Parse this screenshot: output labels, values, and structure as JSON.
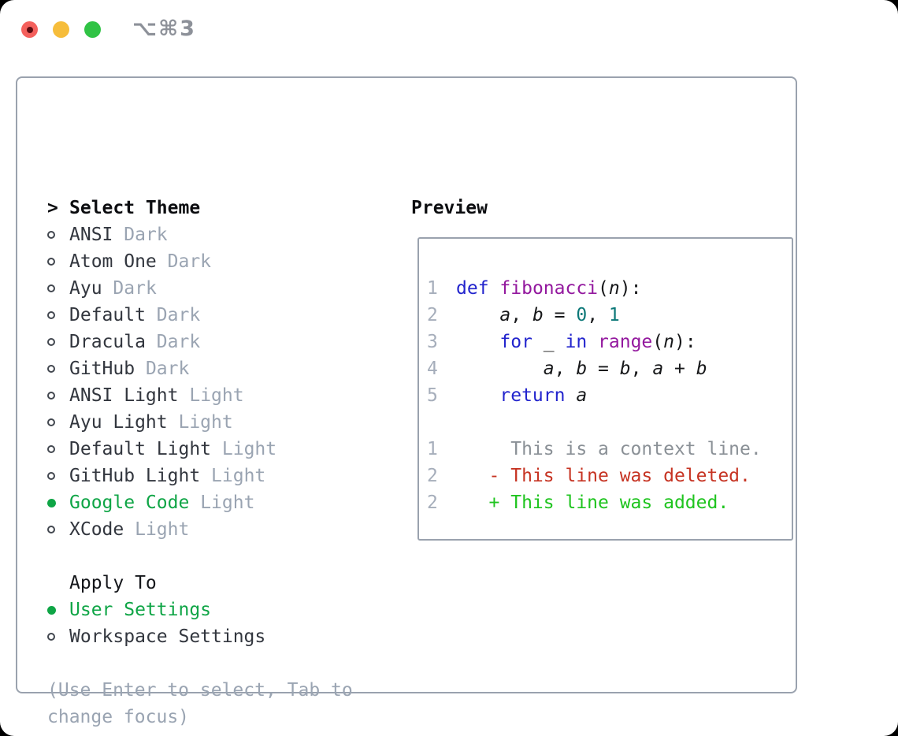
{
  "window": {
    "title": "⌥⌘3"
  },
  "colors": {
    "accent_green": "#0fa546",
    "keyword_blue": "#2224cd",
    "function_magenta": "#93189e",
    "literal_teal": "#0c7878",
    "diff_added_green": "#1fc41f",
    "diff_removed_red": "#c63322",
    "border_gray": "#9aa2ae",
    "muted_gray": "#9aa4b2",
    "traffic_red": "#f4605c",
    "traffic_yellow": "#f6bd3b",
    "traffic_green": "#30c345"
  },
  "theme_picker": {
    "cursor": ">",
    "header": "Select Theme",
    "themes": [
      {
        "label": "ANSI",
        "variant": "Dark",
        "selected": false
      },
      {
        "label": "Atom One",
        "variant": "Dark",
        "selected": false
      },
      {
        "label": "Ayu",
        "variant": "Dark",
        "selected": false
      },
      {
        "label": "Default",
        "variant": "Dark",
        "selected": false
      },
      {
        "label": "Dracula",
        "variant": "Dark",
        "selected": false
      },
      {
        "label": "GitHub",
        "variant": "Dark",
        "selected": false
      },
      {
        "label": "ANSI Light",
        "variant": "Light",
        "selected": false
      },
      {
        "label": "Ayu Light",
        "variant": "Light",
        "selected": false
      },
      {
        "label": "Default Light",
        "variant": "Light",
        "selected": false
      },
      {
        "label": "GitHub Light",
        "variant": "Light",
        "selected": false
      },
      {
        "label": "Google Code",
        "variant": "Light",
        "selected": true
      },
      {
        "label": "XCode",
        "variant": "Light",
        "selected": false
      }
    ],
    "apply_to": {
      "header": "Apply To",
      "options": [
        {
          "label": "User Settings",
          "selected": true
        },
        {
          "label": "Workspace Settings",
          "selected": false
        }
      ]
    },
    "help": "(Use Enter to select, Tab to change focus)"
  },
  "preview": {
    "header": "Preview",
    "code_lines": [
      {
        "num": "1",
        "segments": [
          [
            "def",
            "kw"
          ],
          [
            " ",
            "p"
          ],
          [
            "fibonacci",
            "fn"
          ],
          [
            "(",
            "p"
          ],
          [
            "n",
            "var"
          ],
          [
            "):",
            "p"
          ]
        ]
      },
      {
        "num": "2",
        "segments": [
          [
            "    ",
            "p"
          ],
          [
            "a",
            "var"
          ],
          [
            ", ",
            "p"
          ],
          [
            "b",
            "var"
          ],
          [
            " = ",
            "p"
          ],
          [
            "0",
            "lit"
          ],
          [
            ", ",
            "p"
          ],
          [
            "1",
            "lit"
          ]
        ]
      },
      {
        "num": "3",
        "segments": [
          [
            "    ",
            "p"
          ],
          [
            "for",
            "kw"
          ],
          [
            " _ ",
            "p"
          ],
          [
            "in",
            "kw"
          ],
          [
            " ",
            "p"
          ],
          [
            "range",
            "fn"
          ],
          [
            "(",
            "p"
          ],
          [
            "n",
            "var"
          ],
          [
            "):",
            "p"
          ]
        ]
      },
      {
        "num": "4",
        "segments": [
          [
            "        ",
            "p"
          ],
          [
            "a",
            "var"
          ],
          [
            ", ",
            "p"
          ],
          [
            "b",
            "var"
          ],
          [
            " = ",
            "p"
          ],
          [
            "b",
            "var"
          ],
          [
            ", ",
            "p"
          ],
          [
            "a",
            "var"
          ],
          [
            " + ",
            "p"
          ],
          [
            "b",
            "var"
          ]
        ]
      },
      {
        "num": "5",
        "segments": [
          [
            "    ",
            "p"
          ],
          [
            "return",
            "kw"
          ],
          [
            " ",
            "p"
          ],
          [
            "a",
            "var"
          ]
        ]
      }
    ],
    "diff_lines": [
      {
        "num": "1",
        "kind": "context",
        "text": "     This is a context line."
      },
      {
        "num": "2",
        "kind": "removed",
        "text": "   - This line was deleted."
      },
      {
        "num": "2",
        "kind": "added",
        "text": "   + This line was added."
      }
    ]
  }
}
